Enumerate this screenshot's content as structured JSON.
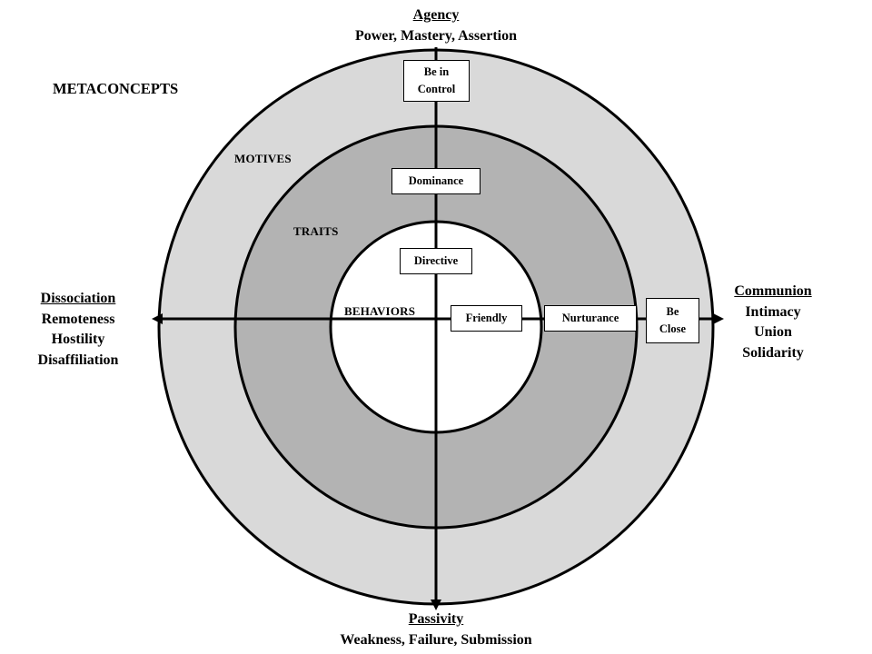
{
  "diagram": {
    "layers": {
      "metaconcepts": "METACONCEPTS",
      "motives": "MOTIVES",
      "traits": "TRAITS",
      "behaviors": "BEHAVIORS"
    },
    "poles": {
      "agency": {
        "title": "Agency",
        "lines": [
          "Power, Mastery, Assertion"
        ]
      },
      "communion": {
        "title": "Communion",
        "lines": [
          "Intimacy",
          "Union",
          "Solidarity"
        ]
      },
      "dissociation": {
        "title": "Dissociation",
        "lines": [
          "Remoteness",
          "Hostility",
          "Disaffiliation"
        ]
      },
      "passivity": {
        "title": "Passivity",
        "lines": [
          "Weakness, Failure, Submission"
        ]
      }
    },
    "boxes": {
      "be_in_control": [
        "Be in",
        "Control"
      ],
      "dominance": "Dominance",
      "directive": "Directive",
      "friendly": "Friendly",
      "nurturance": "Nurturance",
      "be_close": [
        "Be",
        "Close"
      ]
    },
    "colors": {
      "outer_ring": "#d9d9d9",
      "middle_ring": "#b3b3b3",
      "inner_circle": "#ffffff",
      "stroke": "#000000"
    }
  }
}
